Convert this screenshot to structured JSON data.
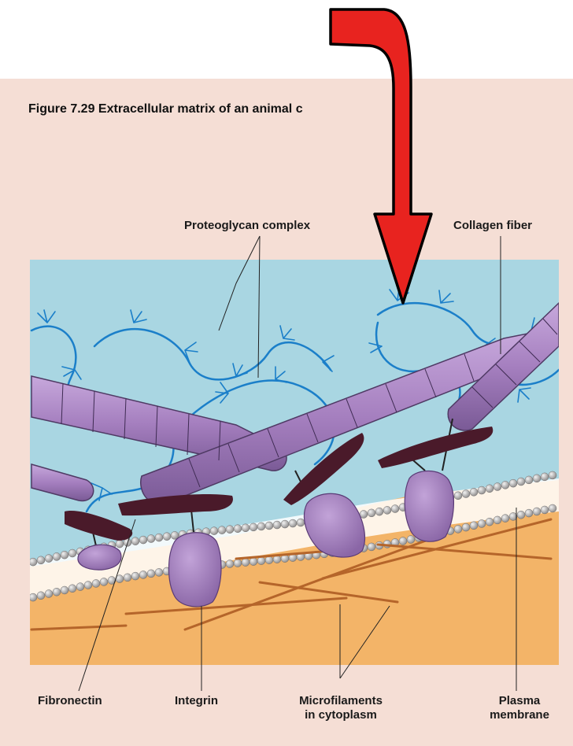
{
  "figure": {
    "title": "Figure 7.29  Extracellular matrix of an animal c"
  },
  "labels": {
    "proteoglycan": "Proteoglycan complex",
    "collagen": "Collagen fiber",
    "fibronectin": "Fibronectin",
    "integrin": "Integrin",
    "microfilaments_1": "Microfilaments",
    "microfilaments_2": "in cytoplasm",
    "plasma_1": "Plasma",
    "plasma_2": "membrane"
  },
  "colors": {
    "page": "#f5ded5",
    "extracellular": "#a9d6e2",
    "cytoplasm": "#f3b468",
    "proteoglycan": "#1b7fc9",
    "collagen": "#a57fbf",
    "integrin": "#9c78b8",
    "fibronectin": "#4a1a2a",
    "microfilament": "#b5652a",
    "membrane_head": "#b8b6b6",
    "arrow": "#e8231f"
  }
}
